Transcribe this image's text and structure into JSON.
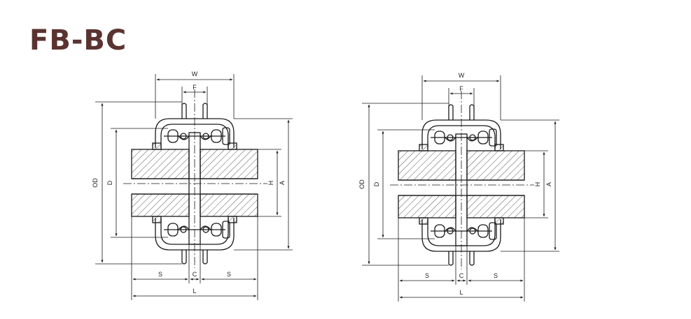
{
  "title": "FB-BC",
  "colors": {
    "title": "#5a3330",
    "line": "#1a1a1a",
    "hatch": "#444444"
  },
  "drawings": [
    {
      "labels": {
        "w": "W",
        "f": "F",
        "od": "OD",
        "d": "D",
        "h": "H",
        "a": "A",
        "s_left": "S",
        "c": "C",
        "s_right": "S",
        "l": "L"
      }
    },
    {
      "labels": {
        "w": "W",
        "f": "F",
        "od": "OD",
        "d": "D",
        "h": "H",
        "a": "A",
        "s_left": "S",
        "c": "C",
        "s_right": "S",
        "l": "L"
      }
    }
  ]
}
